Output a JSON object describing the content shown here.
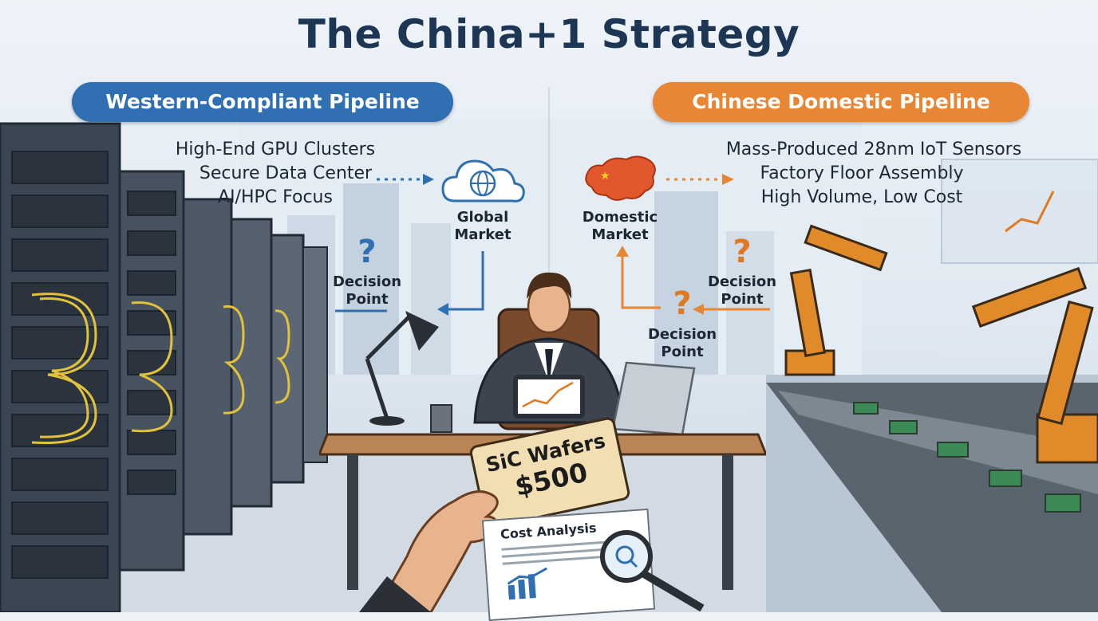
{
  "title": "The China+1 Strategy",
  "western": {
    "pill_label": "Western-Compliant Pipeline",
    "features": [
      "High-End GPU Clusters",
      "Secure Data Center",
      "AI/HPC Focus"
    ],
    "market_label_line1": "Global",
    "market_label_line2": "Market",
    "decision_label_line1": "Decision",
    "decision_label_line2": "Point",
    "question_mark": "?"
  },
  "chinese": {
    "pill_label": "Chinese Domestic Pipeline",
    "features": [
      "Mass-Produced 28nm IoT Sensors",
      "Factory Floor Assembly",
      "High Volume, Low Cost"
    ],
    "market_label_line1": "Domestic",
    "market_label_line2": "Market",
    "decision_label_line1": "Decision",
    "decision_label_line2": "Point",
    "question_mark": "?"
  },
  "center": {
    "decision_label_line1": "Decision",
    "decision_label_line2": "Point",
    "question_mark": "?",
    "price_tag_line1": "SiC Wafers",
    "price_tag_line2": "$500",
    "report_title": "Cost Analysis"
  },
  "colors": {
    "blue_accent": "#2f6fb2",
    "orange_accent": "#e78634",
    "title_color": "#1d3654"
  },
  "icons": [
    "cloud-globe-icon",
    "china-map-icon",
    "magnifier-icon",
    "desk-lamp-icon",
    "laptop-icon",
    "tablet-chart-icon",
    "robot-arm-icon",
    "server-rack-icon"
  ]
}
